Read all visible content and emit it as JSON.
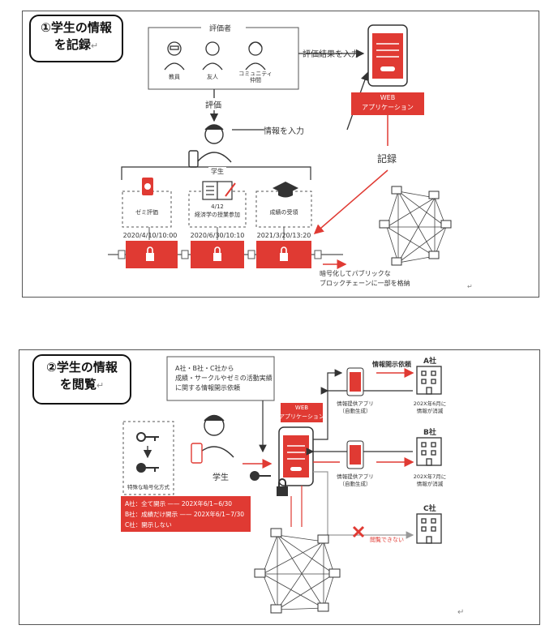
{
  "panel1": {
    "callout_line1": "①学生の情報",
    "callout_line2": "を記録",
    "evaluators_title": "評価者",
    "evaluators": [
      "教員",
      "友人",
      "コミュニティ",
      "仲間"
    ],
    "eval_arrow_label": "評価",
    "input_result_label": "評価結果を入力",
    "input_info_label": "情報を入力",
    "record_label": "記録",
    "webapp_line1": "WEB",
    "webapp_line2": "アプリケーション",
    "student_label": "学生",
    "events": [
      {
        "label": "ゼミ評価",
        "timestamp": "2020/4/10/10:00"
      },
      {
        "label_line1": "4/12",
        "label_line2": "経済学の授業参加",
        "timestamp": "2020/6/30/10:10"
      },
      {
        "label": "成績の受領",
        "timestamp": "2021/3/20/13:20"
      }
    ],
    "blockchain_note_line1": "暗号化してパブリックな",
    "blockchain_note_line2": "ブロックチェーンに一部を格納"
  },
  "panel2": {
    "callout_line1": "②学生の情報",
    "callout_line2": "を閲覧",
    "request_box_line1": "A社・B社・C社から",
    "request_box_line2": "成績・サークルやゼミの活動実績",
    "request_box_line3": "に関する情報開示依頼",
    "disclosure_request_label": "情報開示依頼",
    "webapp_line1": "WEB",
    "webapp_line2": "アプリケーション",
    "student_label": "学生",
    "encryption_label": "特殊な暗号化方式",
    "companies": [
      {
        "name": "A社",
        "app_line1": "情報提供アプリ",
        "app_line2": "（自動生成）",
        "expiry_line1": "202X年6月に",
        "expiry_line2": "情報が消滅"
      },
      {
        "name": "B社",
        "app_line1": "情報提供アプリ",
        "app_line2": "（自動生成）",
        "expiry_line1": "202X年7月に",
        "expiry_line2": "情報が消滅"
      },
      {
        "name": "C社",
        "denied_label": "閲覧できない"
      }
    ],
    "permissions": [
      "A社：全て開示 —— 202X年6/1~6/30",
      "B社：成績だけ開示 —— 202X年6/1~7/30",
      "C社：開示しない"
    ]
  },
  "colors": {
    "accent_red": "#E03A33",
    "dark_red": "#C8322C",
    "line_gray": "#666666",
    "dark": "#333333"
  }
}
